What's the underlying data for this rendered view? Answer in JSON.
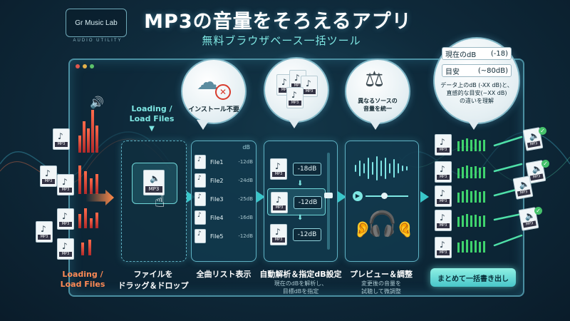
{
  "brand": {
    "name": "Gr Music Lab",
    "tagline": "AUDIO UTILITY"
  },
  "header": {
    "title": "MP3の音量をそろえるアプリ",
    "subtitle": "無料ブラウザベース一括ツール"
  },
  "left": {
    "loading_label_1": "Loading /",
    "loading_label_2": "Load Files",
    "file_tag": "MP3"
  },
  "bubbles": {
    "install": "インストール不要",
    "unify_1": "異なるソースの",
    "unify_2": "音量を統一"
  },
  "dropzone": {
    "loading_1": "Loading /",
    "loading_2": "Load Files",
    "file_tag": "MP3"
  },
  "filelist": {
    "header": "dB",
    "rows": [
      {
        "name": "File1",
        "db": "-12dB"
      },
      {
        "name": "File2",
        "db": "-24dB"
      },
      {
        "name": "File3",
        "db": "-25dB"
      },
      {
        "name": "File4",
        "db": "-16dB"
      },
      {
        "name": "File5",
        "db": "-12dB"
      }
    ],
    "file_tag": "MP3"
  },
  "analysis": {
    "levels": [
      "-18dB",
      "-12dB",
      "-12dB"
    ],
    "file_tag": "MP3"
  },
  "steps": [
    {
      "caption_1": "ファイルを",
      "caption_2": "ドラッグ＆ドロップ"
    },
    {
      "caption_1": "全曲リスト表示"
    },
    {
      "caption_1": "自動解析＆指定dB設定",
      "sub_1": "現在のdBを解析し、",
      "sub_2": "目標dBを指定"
    },
    {
      "caption_1": "プレビュー＆調整",
      "sub_1": "変更後の音量を",
      "sub_2": "試聴して微調整"
    }
  ],
  "info": {
    "current_label": "現在のdB",
    "current_value": "(-18)",
    "target_label": "目安",
    "target_value": "(~80dB)",
    "note_1": "データ上のdB (-XX dB)と、",
    "note_2": "直感的な目安(~XX dB)",
    "note_3": "の違いを理解"
  },
  "output": {
    "file_tag": "MP3",
    "export_label": "まとめて一括書き出し"
  },
  "colors": {
    "accent": "#48c6c9",
    "level_green": "#3fd36d",
    "level_red": "#e0463a",
    "window_border": "#4b8fa1"
  }
}
